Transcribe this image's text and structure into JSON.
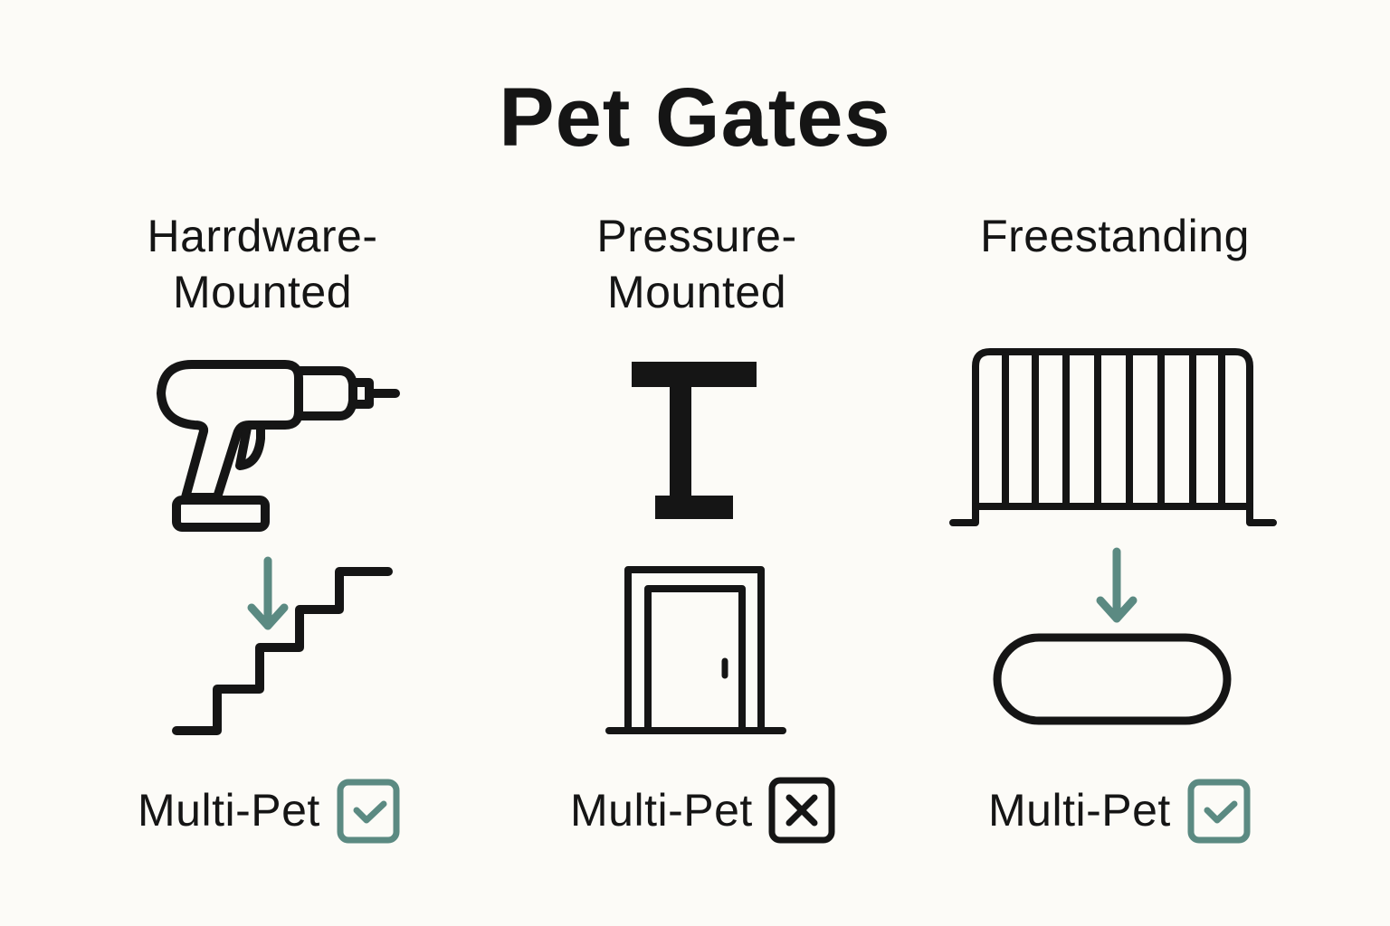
{
  "title": "Pet Gates",
  "colors": {
    "background": "#fcfbf7",
    "ink": "#151515",
    "accent": "#5b8a82"
  },
  "columns": [
    {
      "heading_line1": "Harrdware-",
      "heading_line2": "Mounted",
      "tool_icon": "drill-icon",
      "placement_icon": "stairs-icon",
      "placement_arrow": "arrow-down-icon",
      "multi_pet_label": "Multi-Pet",
      "multi_pet": true,
      "multi_pet_icon": "checkbox-checked-icon"
    },
    {
      "heading_line1": "Pressure-",
      "heading_line2": "Mounted",
      "tool_icon": "pressure-bar-icon",
      "placement_icon": "doorway-icon",
      "placement_arrow": null,
      "multi_pet_label": "Multi-Pet",
      "multi_pet": false,
      "multi_pet_icon": "checkbox-x-icon"
    },
    {
      "heading_line1": "Freestanding",
      "heading_line2": "",
      "tool_icon": "freestanding-gate-icon",
      "placement_icon": "floor-mat-icon",
      "placement_arrow": "arrow-down-icon",
      "multi_pet_label": "Multi-Pet",
      "multi_pet": true,
      "multi_pet_icon": "checkbox-checked-icon"
    }
  ]
}
